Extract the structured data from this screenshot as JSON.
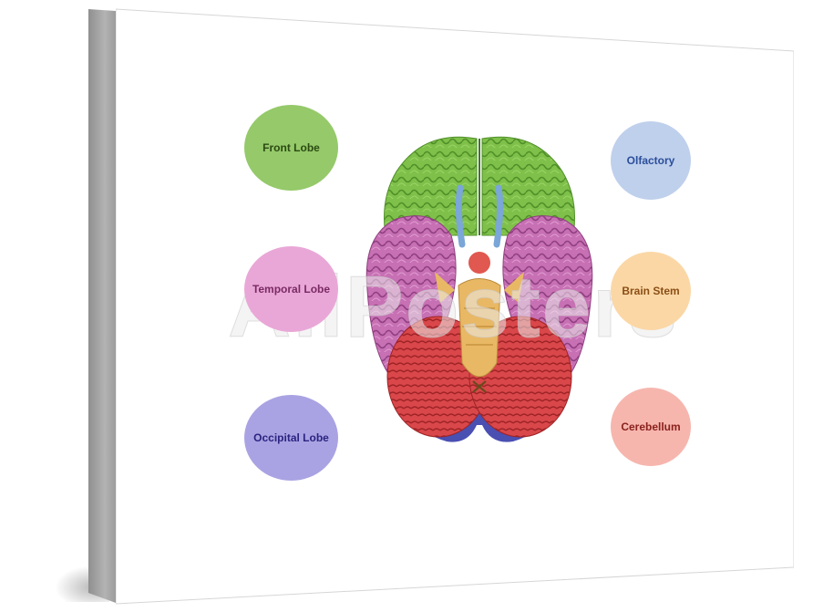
{
  "labels": {
    "front_lobe": "Front Lobe",
    "temporal_lobe": "Temporal Lobe",
    "occipital_lobe": "Occipital Lobe",
    "olfactory": "Olfactory",
    "brain_stem": "Brain Stem",
    "cerebellum": "Cerebellum"
  },
  "colors": {
    "frontal": "#7fc04a",
    "temporal": "#c770b4",
    "occipital": "#4a4fb2",
    "olfactory": "#7aa6d8",
    "brain_stem": "#e9b865",
    "cerebellum": "#d9474a"
  },
  "watermark": "AllPosters"
}
